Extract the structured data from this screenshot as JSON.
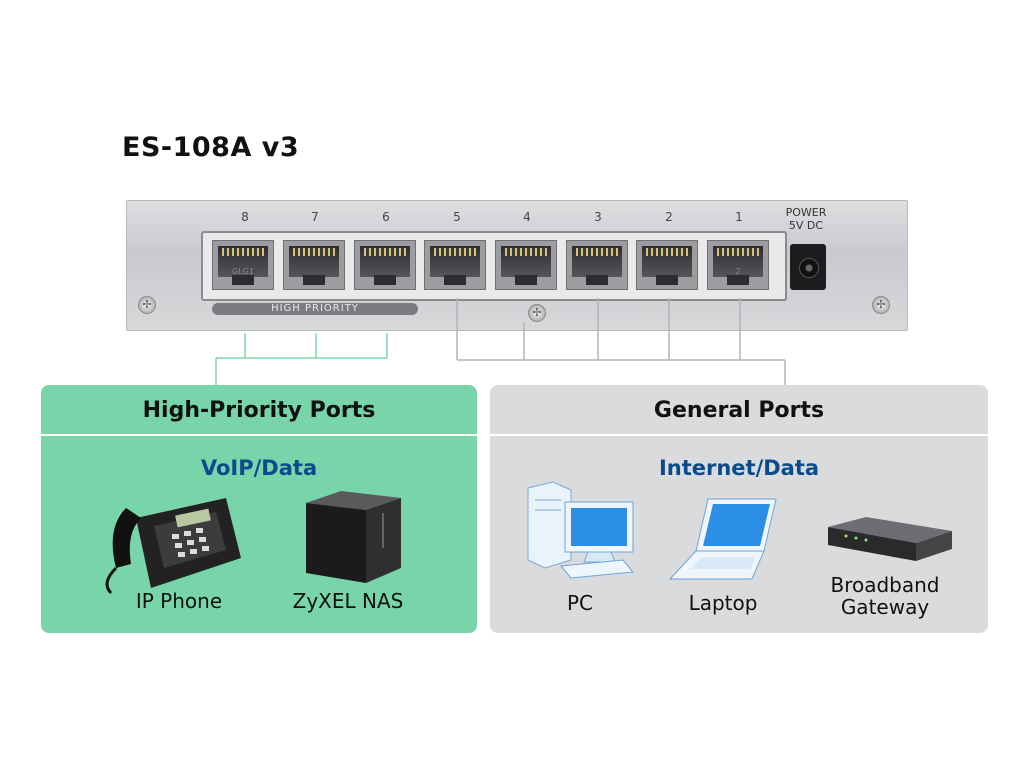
{
  "title": "ES-108A v3",
  "switch": {
    "ports": [
      {
        "number": "8",
        "tag": "GLG1"
      },
      {
        "number": "7",
        "tag": ""
      },
      {
        "number": "6",
        "tag": ""
      },
      {
        "number": "5",
        "tag": ""
      },
      {
        "number": "4",
        "tag": ""
      },
      {
        "number": "3",
        "tag": ""
      },
      {
        "number": "2",
        "tag": ""
      },
      {
        "number": "1",
        "tag": "2"
      }
    ],
    "power_label_line1": "POWER",
    "power_label_line2": "5V DC",
    "high_priority_bar": "HIGH  PRIORITY",
    "colors": {
      "body": "#d2d3d5",
      "port": "#9c9da0"
    }
  },
  "panels": {
    "high_priority": {
      "title": "High-Priority Ports",
      "subtitle": "VoIP/Data",
      "color": "#78d4a9",
      "devices": [
        {
          "icon": "ip-phone-icon",
          "label": "IP Phone"
        },
        {
          "icon": "nas-icon",
          "label": "ZyXEL NAS"
        }
      ]
    },
    "general": {
      "title": "General Ports",
      "subtitle": "Internet/Data",
      "color": "#dadbdd",
      "devices": [
        {
          "icon": "pc-icon",
          "label": "PC"
        },
        {
          "icon": "laptop-icon",
          "label": "Laptop"
        },
        {
          "icon": "gateway-icon",
          "label_line1": "Broadband",
          "label_line2": "Gateway"
        }
      ]
    }
  }
}
